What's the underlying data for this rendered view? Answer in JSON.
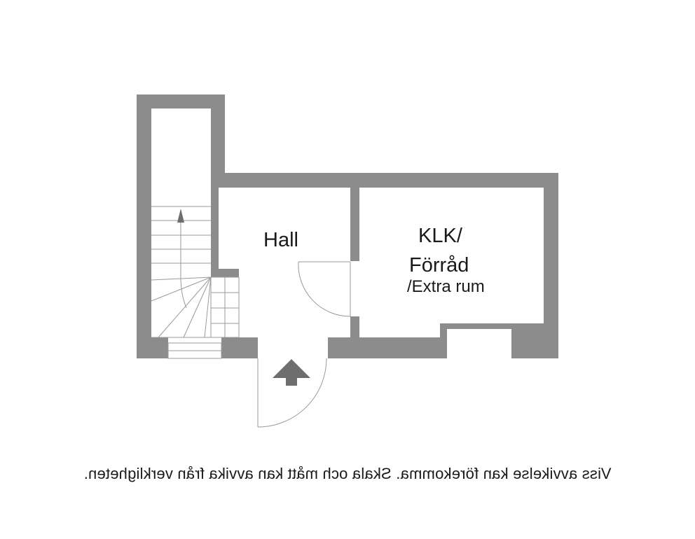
{
  "rooms": {
    "hall": "Hall",
    "klk_line1": "KLK/",
    "klk_line2": "Förråd",
    "klk_line3": "/Extra rum"
  },
  "disclaimer": "Viss avvikelse kan förekomma. Skala och mått kan avvika från verkligheten.",
  "colors": {
    "wall": "#8c8c8c",
    "line": "#9a9a9a",
    "arrow": "#6e6e6e",
    "text": "#1a1a1a"
  }
}
